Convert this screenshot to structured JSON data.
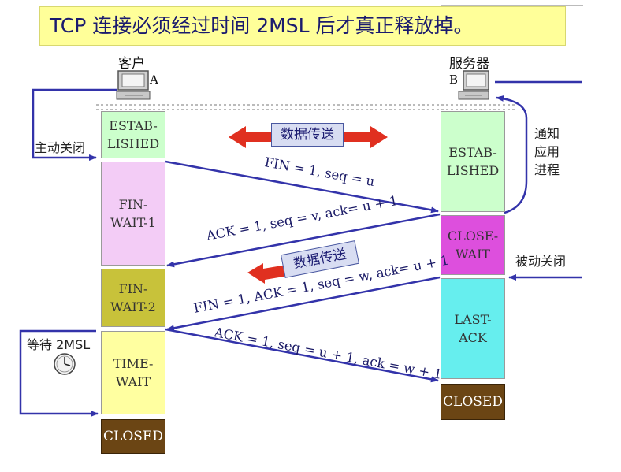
{
  "title": "TCP 连接必须经过时间 2MSL 后才真正释放掉。",
  "client": {
    "label": "客户",
    "letter": "A"
  },
  "server": {
    "label": "服务器",
    "letter": "B"
  },
  "client_states": [
    {
      "text": "ESTAB-\nLISHED",
      "color": "#ccffcc"
    },
    {
      "text": "FIN-\nWAIT-1",
      "color": "#f3ccf6"
    },
    {
      "text": "FIN-\nWAIT-2",
      "color": "#c8c23a"
    },
    {
      "text": "TIME-\nWAIT",
      "color": "#ffffa0"
    },
    {
      "text": "CLOSED",
      "color": "#6b4514"
    }
  ],
  "server_states": [
    {
      "text": "ESTAB-\nLISHED",
      "color": "#ccffcc"
    },
    {
      "text": "CLOSE-\nWAIT",
      "color": "#dd4fdd"
    },
    {
      "text": "LAST-\nACK",
      "color": "#66eeee"
    },
    {
      "text": "CLOSED",
      "color": "#6b4514"
    }
  ],
  "messages": [
    {
      "text": "FIN = 1, seq = u"
    },
    {
      "text": "ACK = 1, seq = v, ack= u + 1"
    },
    {
      "text": "FIN = 1, ACK = 1, seq = w, ack= u + 1"
    },
    {
      "text": "ACK = 1, seq = u + 1, ack = w + 1"
    }
  ],
  "labels": {
    "active_close": "主动关闭",
    "notify_app": "通知\n应用\n进程",
    "passive_close": "被动关闭",
    "wait_2msl": "等待 2MSL",
    "data_transfer_1": "数据传送",
    "data_transfer_2": "数据传送"
  },
  "colors": {
    "arrow_blue": "#3333aa",
    "red_arrow": "#e03020"
  },
  "icons": [
    "computer-icon",
    "clock-icon"
  ]
}
